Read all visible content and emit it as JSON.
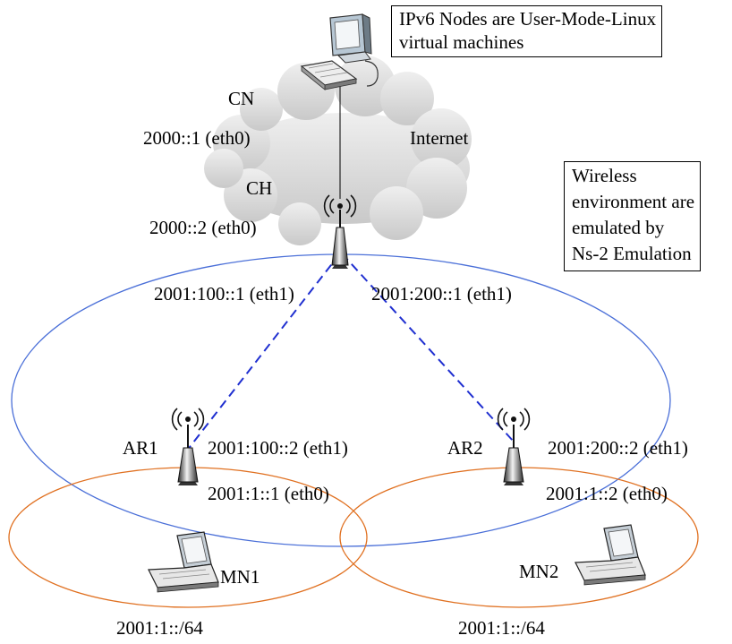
{
  "notes": {
    "uml_lines": [
      "IPv6 Nodes are User-Mode-Linux",
      "virtual machines"
    ],
    "ns2_lines": [
      "Wireless",
      "environment are",
      "emulated by",
      "Ns-2 Emulation"
    ]
  },
  "labels": {
    "cn": "CN",
    "cn_addr": "2000::1 (eth0)",
    "internet": "Internet",
    "ch": "CH",
    "ch_addr": "2000::2 (eth0)",
    "ch_eth1_left": "2001:100::1 (eth1)",
    "ch_eth1_right": "2001:200::1 (eth1)",
    "ar1": "AR1",
    "ar1_eth1": "2001:100::2 (eth1)",
    "ar1_eth0": "2001:1::1 (eth0)",
    "ar2": "AR2",
    "ar2_eth1": "2001:200::2 (eth1)",
    "ar2_eth0": "2001:1::2 (eth0)",
    "mn1": "MN1",
    "mn2": "MN2",
    "prefix_left": "2001:1::/64",
    "prefix_right": "2001:1::/64"
  },
  "colors": {
    "wireless_ellipse": "#4a6fd8",
    "access_ellipse": "#e07020",
    "link_dashed": "#1f2fd0",
    "cloud": "#d6d6d6"
  },
  "icons": [
    "computer-icon",
    "cloud-icon",
    "antenna-icon",
    "laptop-icon"
  ]
}
